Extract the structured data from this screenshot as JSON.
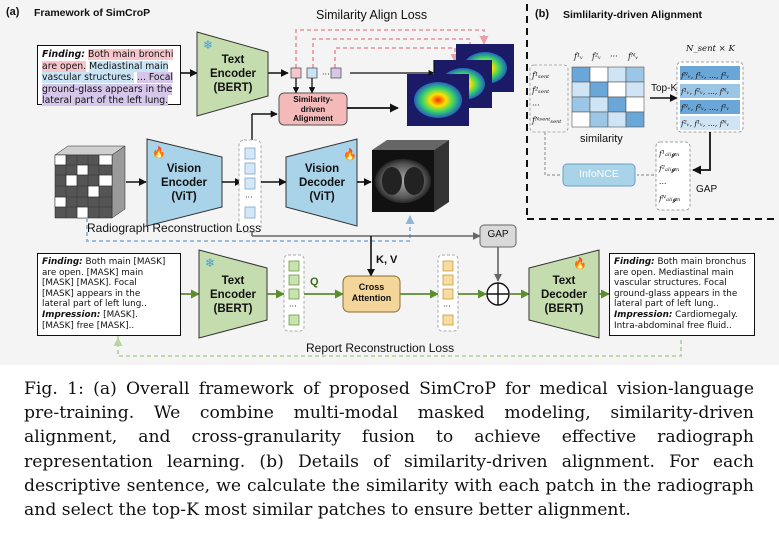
{
  "panel_a": {
    "tag": "(a)",
    "title": "Framework of SimCroP",
    "similarity_align_loss": "Similarity Align Loss",
    "text_encoder_top": [
      "Text",
      "Encoder",
      "(BERT)"
    ],
    "similarity_module": [
      "Similarity-",
      "driven",
      "Alignment"
    ],
    "vision_encoder": [
      "Vision",
      "Encoder",
      "(ViT)"
    ],
    "vision_decoder": [
      "Vision",
      "Decoder",
      "(ViT)"
    ],
    "radiograph_recon_loss": "Radiograph Reconstruction Loss",
    "gap": "GAP",
    "kv": "K, V",
    "q": "Q",
    "cross_attention": [
      "Cross",
      "Attention"
    ],
    "text_encoder_bottom": [
      "Text",
      "Encoder",
      "(BERT)"
    ],
    "text_decoder": [
      "Text",
      "Decoder",
      "(BERT)"
    ],
    "report_recon_loss": "Report Reconstruction Loss",
    "finding_top": {
      "label": "Finding:",
      "seg1": "Both main bronchi",
      "seg2": "are open.",
      "seg3": "Mediastinal main",
      "seg4": "vascular structures.",
      "seg5": "... Focal",
      "seg6": "ground-glass appears in the",
      "seg7": "lateral part of the left lung."
    },
    "masked_report": {
      "l1_label": "Finding:",
      "l1": "Both main [MASK]",
      "l2": "are open. [MASK] main",
      "l3": "[MASK] [MASK]. Focal",
      "l4": "[MASK] appears in the",
      "l5": "lateral part of left lung..",
      "l6_label": "Impression:",
      "l6": "[MASK].",
      "l7": "[MASK] free [MASK].."
    },
    "output_report": {
      "l1_label": "Finding:",
      "l1": "Both main bronchus",
      "l2": "are open. Mediastinal main",
      "l3": "vascular structures. Focal",
      "l4": "ground-glass appears in the",
      "l5": "lateral part of left lung..",
      "l6_label": "Impression:",
      "l6": "Cardiomegaly.",
      "l7": "Intra-abdominal free fluid.."
    }
  },
  "panel_b": {
    "tag": "(b)",
    "title": "Simlilarity-driven Alignment",
    "similarity": "similarity",
    "top_k": "Top-K",
    "gap": "GAP",
    "infonce": "InfoNCE",
    "nsent_k": "N_sent × K",
    "col_labels": [
      "f¹ᵥ",
      "f²ᵥ",
      "···",
      "fᴺᵥ"
    ],
    "row_labels": [
      "f¹ₛₑₙₜ",
      "f²ₛₑₙₜ",
      "···",
      "fᴺˢᵉⁿᵗₛₑₙₜ"
    ],
    "topk_rows": [
      "fᴺᵥ, f¹ᵥ, ..., f²ᵥ",
      "f¹ᵥ, f²ᵥ, ..., fᴺᵥ",
      "fᴺᵥ, f²ᵥ, ..., f¹ᵥ",
      "f²ᵥ, f¹ᵥ, ..., fᴺᵥ"
    ],
    "align_labels": [
      "f¹ₐₗᵢ𝓰ₙ",
      "f²ₐₗᵢ𝓰ₙ",
      "···",
      "fᴺₐₗᵢ𝓰ₙ"
    ]
  },
  "caption": "Fig. 1: (a) Overall framework of proposed SimCroP for medical vision-language pre-training. We combine multi-modal masked modeling, similarity-driven alignment, and cross-granularity fusion to achieve effective radiograph representation learning. (b) Details of similarity-driven alignment. For each descriptive sentence, we calculate the similarity with each patch in the radiograph and select the top-K most similar patches to ensure better alignment.",
  "colors": {
    "encoder_green": "#c5dcae",
    "vision_blue": "#a9d3e8",
    "module_pink": "#f4b9b9",
    "ca_orange": "#f4d59a",
    "arrow_green": "#5b8c2e",
    "loss_pink": "#e8a0a8",
    "loss_blue": "#8fb6d8"
  }
}
